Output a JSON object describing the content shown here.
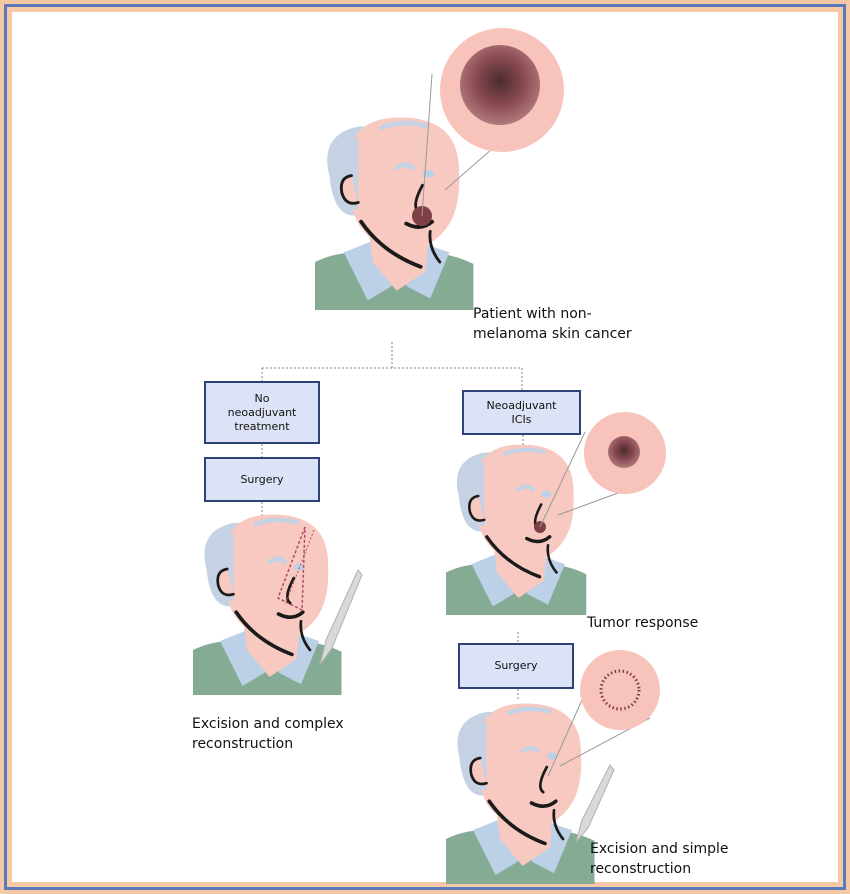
{
  "labels": {
    "patient": "Patient with non-\nmelanoma skin cancer",
    "excision_complex": "Excision and complex\nreconstruction",
    "tumor_response": "Tumor response",
    "excision_simple": "Excision and simple\nreconstruction"
  },
  "boxes": {
    "no_neoadjuvant": "No\nneoadjuvant\ntreatment",
    "surgery_left": "Surgery",
    "neoadjuvant_icis": "Neoadjuvant\nICIs",
    "surgery_right": "Surgery"
  },
  "colors": {
    "frame_peach": "#f6c9a6",
    "frame_blue": "#5b7bb8",
    "box_fill": "#dde3f6",
    "box_border": "#2f4278",
    "skin": "#f7c9c0",
    "hair": "#c4d2e4",
    "shirt": "#86ab95",
    "collar": "#bcd0e8",
    "lesion": "#7d4046",
    "zoom_circle": "#f7c3bb"
  }
}
